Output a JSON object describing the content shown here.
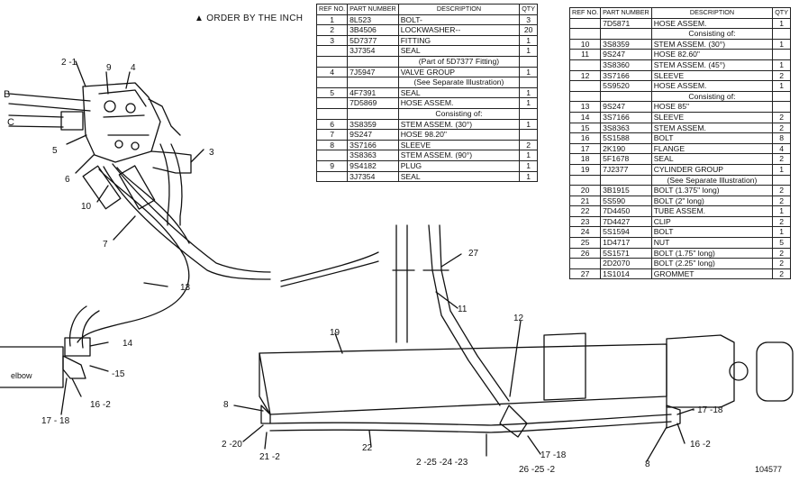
{
  "header_note": "▲ ORDER BY THE INCH",
  "figure_code": "104577",
  "callouts": {
    "c1": "2 -1",
    "c9": "9",
    "c4": "4",
    "c5": "5",
    "c6": "6",
    "c3": "3",
    "c10": "10",
    "c7": "7",
    "c13": "13",
    "c14": "14",
    "c15": "-15",
    "c16a": "16 -2",
    "c17a": "17 - 18",
    "cB": "B",
    "cC": "C",
    "elbow": "elbow",
    "c27": "27",
    "c11": "11",
    "c12": "12",
    "c19": "19",
    "c8a": "8",
    "c220": "2 -20",
    "c212": "21 -2",
    "c22": "22",
    "c2524": "2 -25  -24  -23",
    "c1718b": "17 -18",
    "c26": "26 -25  -2",
    "c1718c": "- 17 -18",
    "c162b": "16 -2",
    "c8b": "8"
  },
  "table_left": {
    "headers": {
      "ref": "REF NO.",
      "part": "PART NUMBER",
      "desc": "DESCRIPTION",
      "qty": "QTY"
    },
    "rows": [
      {
        "ref": "1",
        "part": "8L523",
        "desc": "BOLT-",
        "qty": "3"
      },
      {
        "ref": "2",
        "part": "3B4506",
        "desc": "LOCKWASHER--",
        "qty": "20"
      },
      {
        "ref": "3",
        "part": "5D7377",
        "desc": "FITTING",
        "qty": "1"
      },
      {
        "ref": "",
        "part": "3J7354",
        "desc": "SEAL",
        "qty": "1"
      },
      {
        "ref": "",
        "part": "",
        "desc": "(Part of 5D7377 Fitting)",
        "qty": ""
      },
      {
        "ref": "4",
        "part": "7J5947",
        "desc": "VALVE GROUP",
        "qty": "1"
      },
      {
        "ref": "",
        "part": "",
        "desc": "(See Separate Illustration)",
        "qty": ""
      },
      {
        "ref": "5",
        "part": "4F7391",
        "desc": "SEAL",
        "qty": "1"
      },
      {
        "ref": "",
        "part": "7D5869",
        "desc": "HOSE ASSEM.",
        "qty": "1"
      },
      {
        "ref": "",
        "part": "",
        "desc": "Consisting of:",
        "qty": ""
      },
      {
        "ref": "6",
        "part": "3S8359",
        "desc": "STEM ASSEM.  (30°)",
        "qty": "1"
      },
      {
        "ref": "7",
        "part": "9S247",
        "desc": "HOSE  98.20\"",
        "qty": ""
      },
      {
        "ref": "8",
        "part": "3S7166",
        "desc": "SLEEVE",
        "qty": "2"
      },
      {
        "ref": "",
        "part": "3S8363",
        "desc": "STEM ASSEM.  (90°)",
        "qty": "1"
      },
      {
        "ref": "9",
        "part": "9S4182",
        "desc": "PLUG",
        "qty": "1"
      },
      {
        "ref": "",
        "part": "3J7354",
        "desc": "SEAL",
        "qty": "1"
      }
    ]
  },
  "table_right": {
    "headers": {
      "ref": "REF NO.",
      "part": "PART NUMBER",
      "desc": "DESCRIPTION",
      "qty": "QTY"
    },
    "rows": [
      {
        "ref": "",
        "part": "7D5871",
        "desc": "HOSE ASSEM.",
        "qty": "1"
      },
      {
        "ref": "",
        "part": "",
        "desc": "Consisting of:",
        "qty": ""
      },
      {
        "ref": "10",
        "part": "3S8359",
        "desc": "STEM ASSEM.  (30°)",
        "qty": "1"
      },
      {
        "ref": "11",
        "part": "9S247",
        "desc": "HOSE  82.60\"",
        "qty": ""
      },
      {
        "ref": "",
        "part": "3S8360",
        "desc": "STEM ASSEM.  (45°)",
        "qty": "1"
      },
      {
        "ref": "12",
        "part": "3S7166",
        "desc": "SLEEVE",
        "qty": "2"
      },
      {
        "ref": "",
        "part": "5S9520",
        "desc": "HOSE ASSEM.",
        "qty": "1"
      },
      {
        "ref": "",
        "part": "",
        "desc": "Consisting of:",
        "qty": ""
      },
      {
        "ref": "13",
        "part": "9S247",
        "desc": "HOSE  85\"",
        "qty": ""
      },
      {
        "ref": "14",
        "part": "3S7166",
        "desc": "SLEEVE",
        "qty": "2"
      },
      {
        "ref": "15",
        "part": "3S8363",
        "desc": "STEM ASSEM.",
        "qty": "2"
      },
      {
        "ref": "16",
        "part": "5S1588",
        "desc": "BOLT",
        "qty": "8"
      },
      {
        "ref": "17",
        "part": "2K190",
        "desc": "FLANGE",
        "qty": "4"
      },
      {
        "ref": "18",
        "part": "5F1678",
        "desc": "SEAL",
        "qty": "2"
      },
      {
        "ref": "19",
        "part": "7J2377",
        "desc": "CYLINDER GROUP",
        "qty": "1"
      },
      {
        "ref": "",
        "part": "",
        "desc": "(See Separate Illustration)",
        "qty": ""
      },
      {
        "ref": "20",
        "part": "3B1915",
        "desc": "BOLT  (1.375\" long)",
        "qty": "2"
      },
      {
        "ref": "21",
        "part": "5S590",
        "desc": "BOLT  (2\" long)",
        "qty": "2"
      },
      {
        "ref": "22",
        "part": "7D4450",
        "desc": "TUBE ASSEM.",
        "qty": "1"
      },
      {
        "ref": "23",
        "part": "7D4427",
        "desc": "CLIP",
        "qty": "2"
      },
      {
        "ref": "24",
        "part": "5S1594",
        "desc": "BOLT",
        "qty": "1"
      },
      {
        "ref": "25",
        "part": "1D4717",
        "desc": "NUT",
        "qty": "5"
      },
      {
        "ref": "26",
        "part": "5S1571",
        "desc": "BOLT  (1.75\" long)",
        "qty": "2"
      },
      {
        "ref": "",
        "part": "2D2070",
        "desc": "BOLT  (2.25\" long)",
        "qty": "2"
      },
      {
        "ref": "27",
        "part": "1S1014",
        "desc": "GROMMET",
        "qty": "2"
      }
    ]
  }
}
